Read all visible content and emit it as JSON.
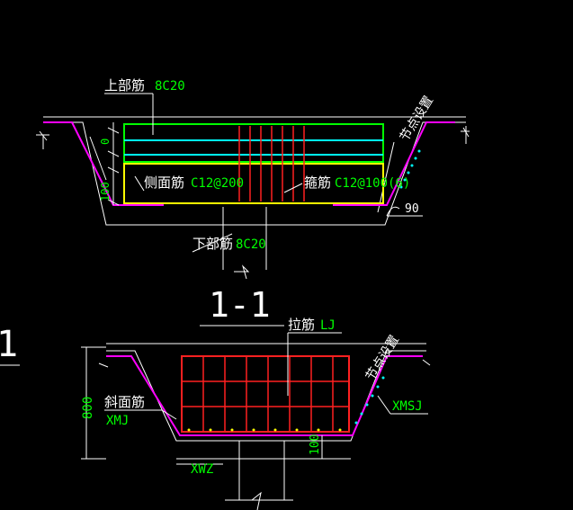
{
  "colors": {
    "background": "#000000",
    "outline": "#ffffff",
    "slab": "#ff00ff",
    "top_bar": "#00ff00",
    "mid_bar": "#00ffff",
    "bottom_bar": "#ffff00",
    "stirrup": "#ff2020",
    "dim_text": "#00ff00"
  },
  "section1": {
    "title": "1-1",
    "top_rebar_label": "上部筋",
    "top_rebar_value": "8C20",
    "side_rebar_label": "侧面筋",
    "side_rebar_value": "C12@200",
    "stirrup_label": "箍筋",
    "stirrup_value": "C12@100(6)",
    "bottom_rebar_label": "下部筋",
    "bottom_rebar_value": "8C20",
    "node_note": "节点设置",
    "angle": "90",
    "dim_top": "0",
    "dim_side": "100"
  },
  "section2": {
    "tie_label": "拉筋",
    "tie_value": "LJ",
    "node_note": "节点设置",
    "slope_rebar_label": "斜面筋",
    "slope_rebar_value": "XMJ",
    "slope_right_value": "XMSJ",
    "height": "800",
    "bottom_width": "XWZ",
    "bottom_dim": "100"
  },
  "left_edge_text": "1"
}
